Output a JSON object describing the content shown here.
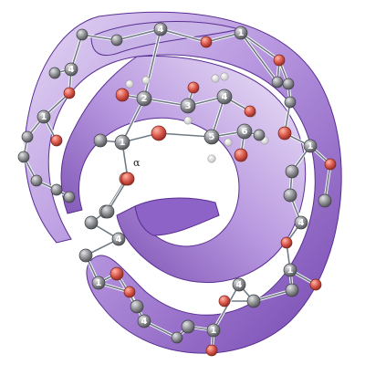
{
  "figure": {
    "colors": {
      "ribbon_light": "#d7c6ee",
      "ribbon_mid": "#a07cd2",
      "ribbon_dark": "#6a3da6",
      "carbon": "#8d8f93",
      "oxygen": "#d8564a",
      "hydrogen": "#e9e9e9",
      "bond": "#6f7b86"
    },
    "atom_labels": [
      "4",
      "1",
      "4",
      "1",
      "2",
      "3",
      "4",
      "1",
      "5",
      "6",
      "1",
      "4",
      "1",
      "4",
      "1",
      "4",
      "1",
      "4",
      "1"
    ],
    "glycosidic_label": "α"
  }
}
